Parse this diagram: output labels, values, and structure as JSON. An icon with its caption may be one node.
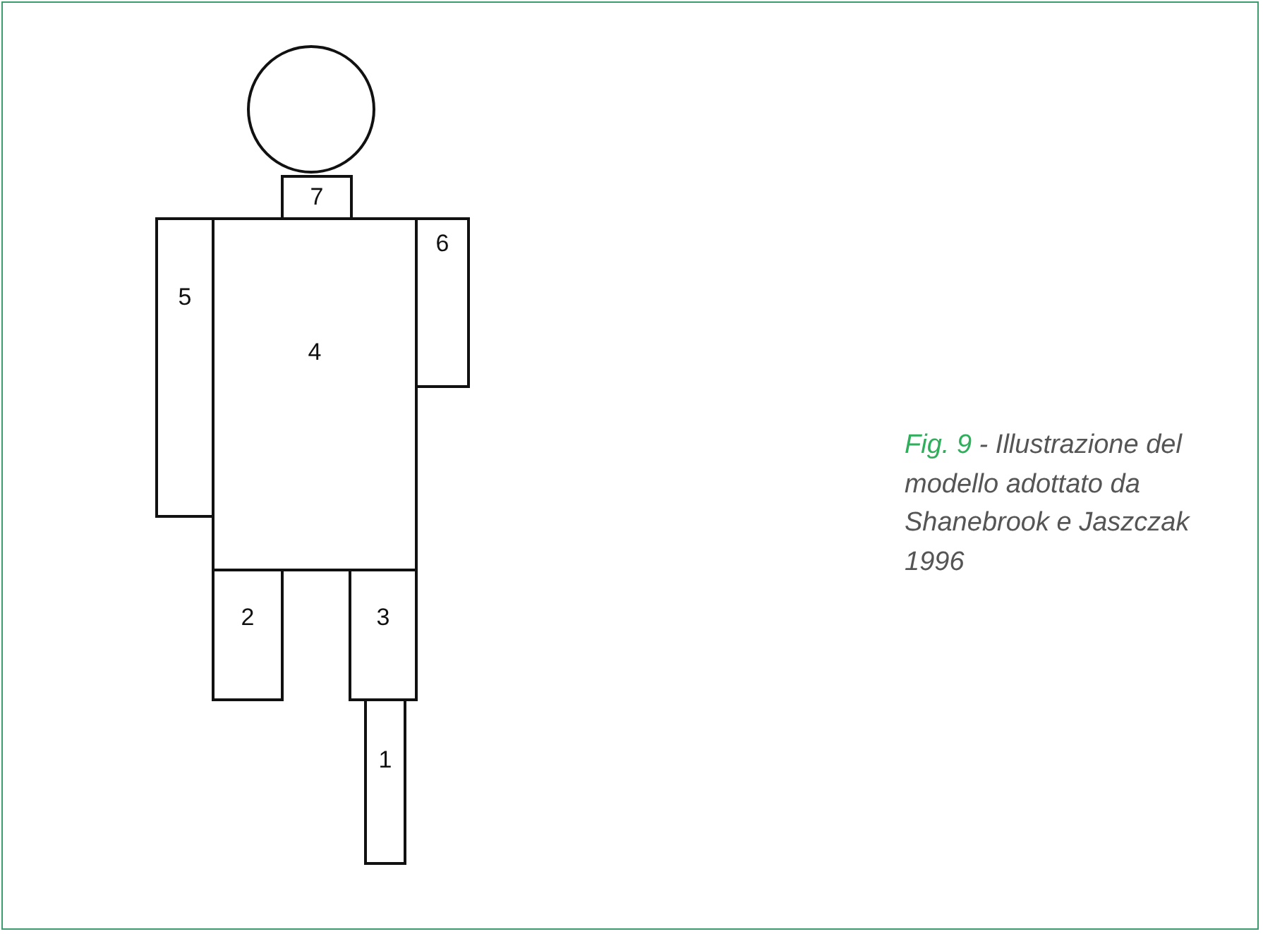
{
  "diagram": {
    "caption": "Fig. 9 - Illustrazione del modello adottato da Shanebrook e Jaszczak 1996",
    "nodes": [
      {
        "text": [],
        "shape": "circle"
      },
      {
        "text": [
          "7"
        ]
      },
      {
        "text": [
          "5"
        ]
      },
      {
        "text": [
          "4"
        ]
      },
      {
        "text": [
          "6"
        ]
      },
      {
        "text": [
          "2"
        ]
      },
      {
        "text": [
          "3"
        ]
      },
      {
        "text": [
          "1"
        ]
      }
    ]
  }
}
